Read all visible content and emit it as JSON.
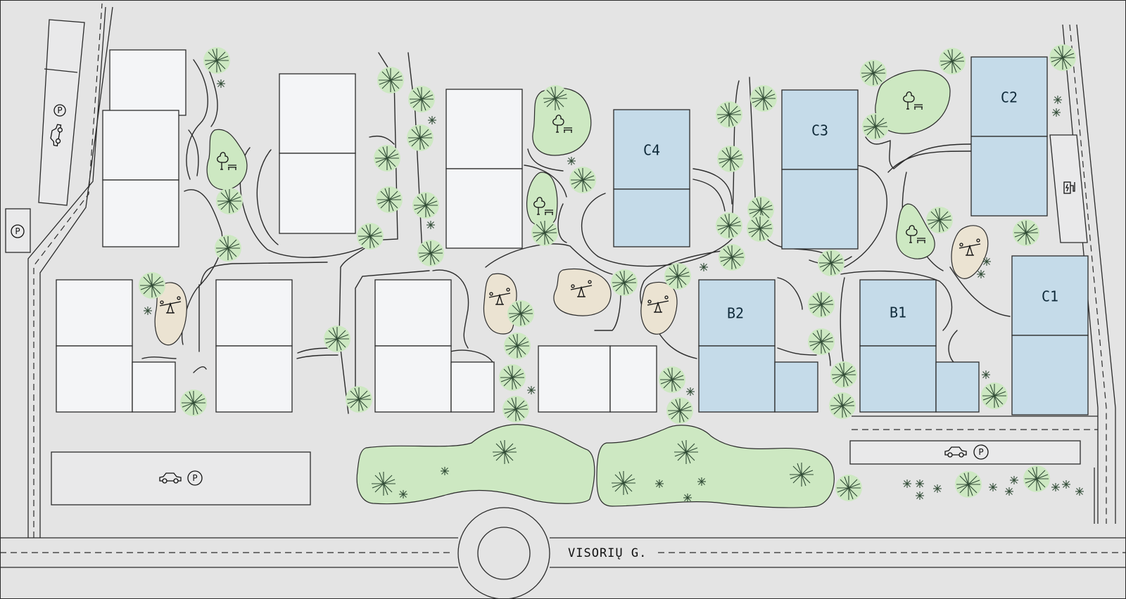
{
  "street": {
    "name": "VISORIŲ G."
  },
  "buildings": [
    {
      "id": "C1",
      "label": "C1",
      "color": "#c5dbe9"
    },
    {
      "id": "C2",
      "label": "C2",
      "color": "#c5dbe9"
    },
    {
      "id": "C3",
      "label": "C3",
      "color": "#c5dbe9"
    },
    {
      "id": "C4",
      "label": "C4",
      "color": "#c5dbe9"
    },
    {
      "id": "B1",
      "label": "B1",
      "color": "#c5dbe9"
    },
    {
      "id": "B2",
      "label": "B2",
      "color": "#c5dbe9"
    }
  ],
  "legend_icons": {
    "parking": "P",
    "car": "car-icon",
    "ev_charger": "ev-charger-icon",
    "park": "tree-bench-icon",
    "playground": "seesaw-icon"
  },
  "colors": {
    "background": "#e4e4e4",
    "available_building": "#c5dbe9",
    "other_building": "#f4f5f7",
    "green_space": "#cde8c2",
    "playground": "#ebe3d2"
  }
}
